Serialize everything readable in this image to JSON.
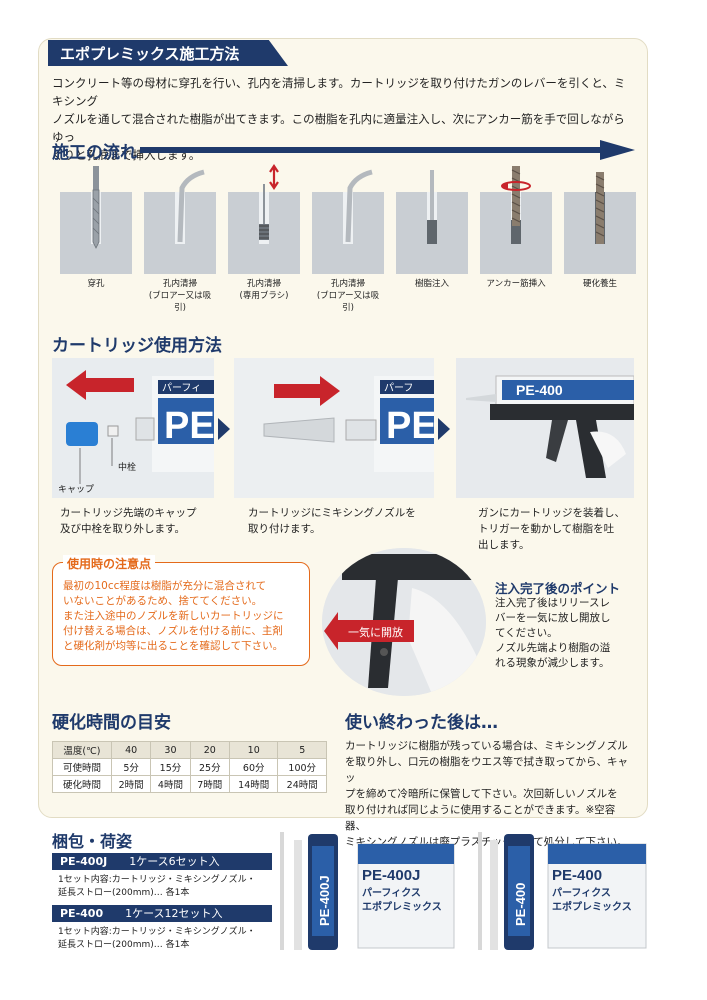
{
  "header": {
    "title": "エポプレミックス施工方法"
  },
  "intro": {
    "line1": "コンクリート等の母材に穿孔を行い、孔内を清掃します。カートリッジを取り付けたガンのレバーを引くと、ミキシング",
    "line2": "ノズルを通して混合された樹脂が出てきます。この樹脂を孔内に適量注入し、次にアンカー筋を手で回しながらゆっ",
    "line3": "くりと孔底まで挿入します。"
  },
  "flow": {
    "title": "施工の流れ",
    "steps": [
      {
        "line1": "穿孔",
        "line2": ""
      },
      {
        "line1": "孔内清掃",
        "line2": "(ブロアー又は吸引)"
      },
      {
        "line1": "孔内清掃",
        "line2": "(専用ブラシ)"
      },
      {
        "line1": "孔内清掃",
        "line2": "(ブロアー又は吸引)"
      },
      {
        "line1": "樹脂注入",
        "line2": ""
      },
      {
        "line1": "アンカー筋挿入",
        "line2": ""
      },
      {
        "line1": "硬化養生",
        "line2": ""
      }
    ]
  },
  "cartridge": {
    "title": "カートリッジ使用方法",
    "photo1": {
      "label_plug": "中栓",
      "label_cap": "キャップ",
      "product_text": "パーフィ",
      "big_text": "PE"
    },
    "caption1": {
      "line1": "カートリッジ先端のキャップ",
      "line2": "及び中栓を取り外します。"
    },
    "photo2": {
      "product_text": "パーフ",
      "big_text": "PE"
    },
    "caption2": {
      "line1": "カートリッジにミキシングノズルを",
      "line2": "取り付けます。"
    },
    "photo3": {
      "product_text": "PE-400"
    },
    "caption3": {
      "line1": "ガンにカートリッジを装着し、",
      "line2": "トリガーを動かして樹脂を吐",
      "line3": "出します。"
    },
    "release_label": "一気に開放"
  },
  "caution": {
    "title": "使用時の注意点",
    "line1": "最初の10cc程度は樹脂が充分に混合されて",
    "line2": "いないことがあるため、捨ててください。",
    "line3": "また注入途中のノズルを新しいカートリッジに",
    "line4": "付け替える場合は、ノズルを付ける前に、主剤",
    "line5": "と硬化剤が均等に出ることを確認して下さい。"
  },
  "point": {
    "title": "注入完了後のポイント",
    "line1": "注入完了後はリリースレ",
    "line2": "バーを一気に放し開放し",
    "line3": "てください。",
    "line4": "ノズル先端より樹脂の溢",
    "line5": "れる現象が減少します。"
  },
  "cure": {
    "title": "硬化時間の目安",
    "rows": [
      {
        "label": "温度(℃)",
        "values": [
          "40",
          "30",
          "20",
          "10",
          "5"
        ]
      },
      {
        "label": "可使時間",
        "values": [
          "5分",
          "15分",
          "25分",
          "60分",
          "100分"
        ]
      },
      {
        "label": "硬化時間",
        "values": [
          "2時間",
          "4時間",
          "7時間",
          "14時間",
          "24時間"
        ]
      }
    ]
  },
  "done": {
    "title": "使い終わった後は…",
    "line1": "カートリッジに樹脂が残っている場合は、ミキシングノズル",
    "line2": "を取り外し、口元の樹脂をウエス等で拭き取ってから、キャッ",
    "line3": "プを締めて冷暗所に保管して下さい。次回新しいノズルを",
    "line4": "取り付ければ同じように使用することができます。※空容器、",
    "line5": "ミキシングノズルは廃プラスチックとして処分して下さい。"
  },
  "packing": {
    "title": "梱包・荷姿",
    "items": [
      {
        "code": "PE-400J",
        "qty": "1ケース6セット入",
        "line1": "1セット内容:カートリッジ・ミキシングノズル・",
        "line2": "延長ストロー(200mm)… 各1本",
        "box_text1": "PE-400J",
        "box_text2": "パーフィクス",
        "box_text3": "エポプレミックス",
        "cart_text": "PE-400J"
      },
      {
        "code": "PE-400",
        "qty": "1ケース12セット入",
        "line1": "1セット内容:カートリッジ・ミキシングノズル・",
        "line2": "延長ストロー(200mm)… 各1本",
        "box_text1": "PE-400",
        "box_text2": "パーフィクス",
        "box_text3": "エポプレミックス",
        "cart_text": "PE-400"
      }
    ]
  },
  "colors": {
    "navy": "#1f3a6b",
    "orange": "#e46a1b",
    "red": "#c8242b",
    "panel": "#fbf8ec"
  }
}
